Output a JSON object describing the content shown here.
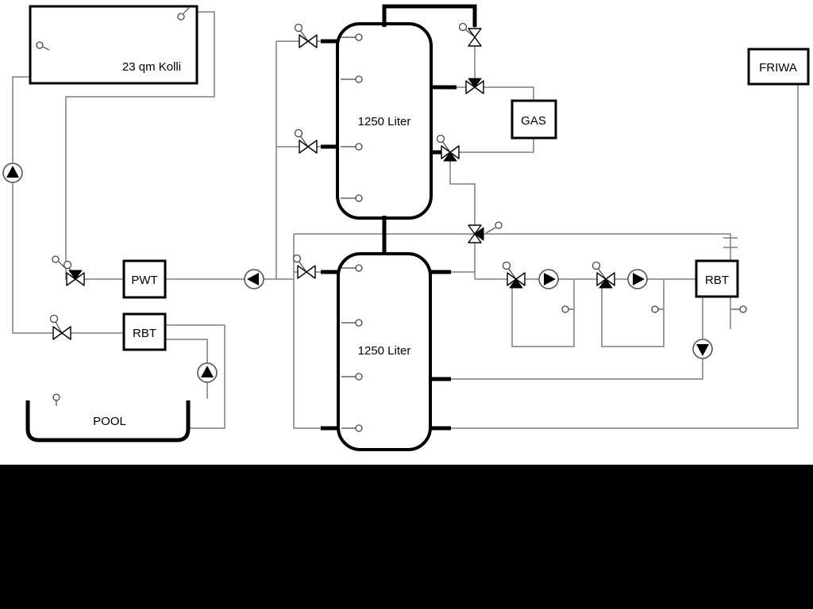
{
  "diagram": {
    "collector": {
      "label": "23 qm Kolli"
    },
    "tanks": [
      {
        "label": "1250 Liter"
      },
      {
        "label": "1250 Liter"
      }
    ],
    "boxes": {
      "gas": "GAS",
      "friwa": "FRIWA",
      "pwt": "PWT",
      "rbt_left": "RBT",
      "rbt_right": "RBT",
      "pool": "POOL"
    },
    "colors": {
      "pipe": "#7f7f7f",
      "outline": "#000000",
      "fill": "#ffffff",
      "letterbox": "#000000"
    },
    "symbols": {
      "valve": "motorized-valve-icon",
      "three_way_valve": "three-way-valve-icon",
      "pump": "pump-icon",
      "sensor": "temperature-sensor-icon"
    }
  }
}
